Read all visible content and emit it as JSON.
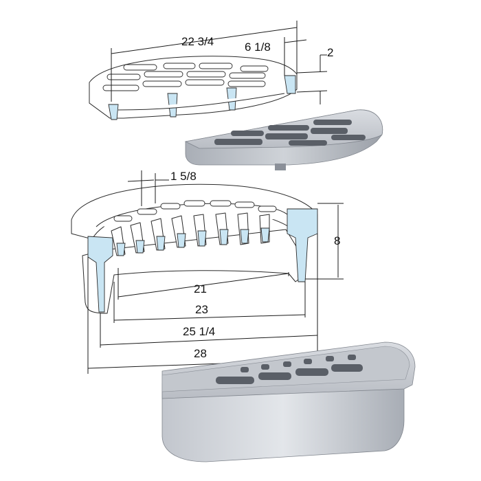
{
  "dimensions": {
    "top_width": "22 3/4",
    "top_rim": "6 1/8",
    "top_height": "2",
    "slot_width": "1 5/8",
    "frame_height": "8",
    "inner_21": "21",
    "inner_23": "23",
    "outer_25": "25 1/4",
    "outer_28": "28"
  },
  "colors": {
    "section_fill": "#c9e5f3",
    "metal_light": "#d4d8de",
    "metal_dark": "#8b9099"
  }
}
